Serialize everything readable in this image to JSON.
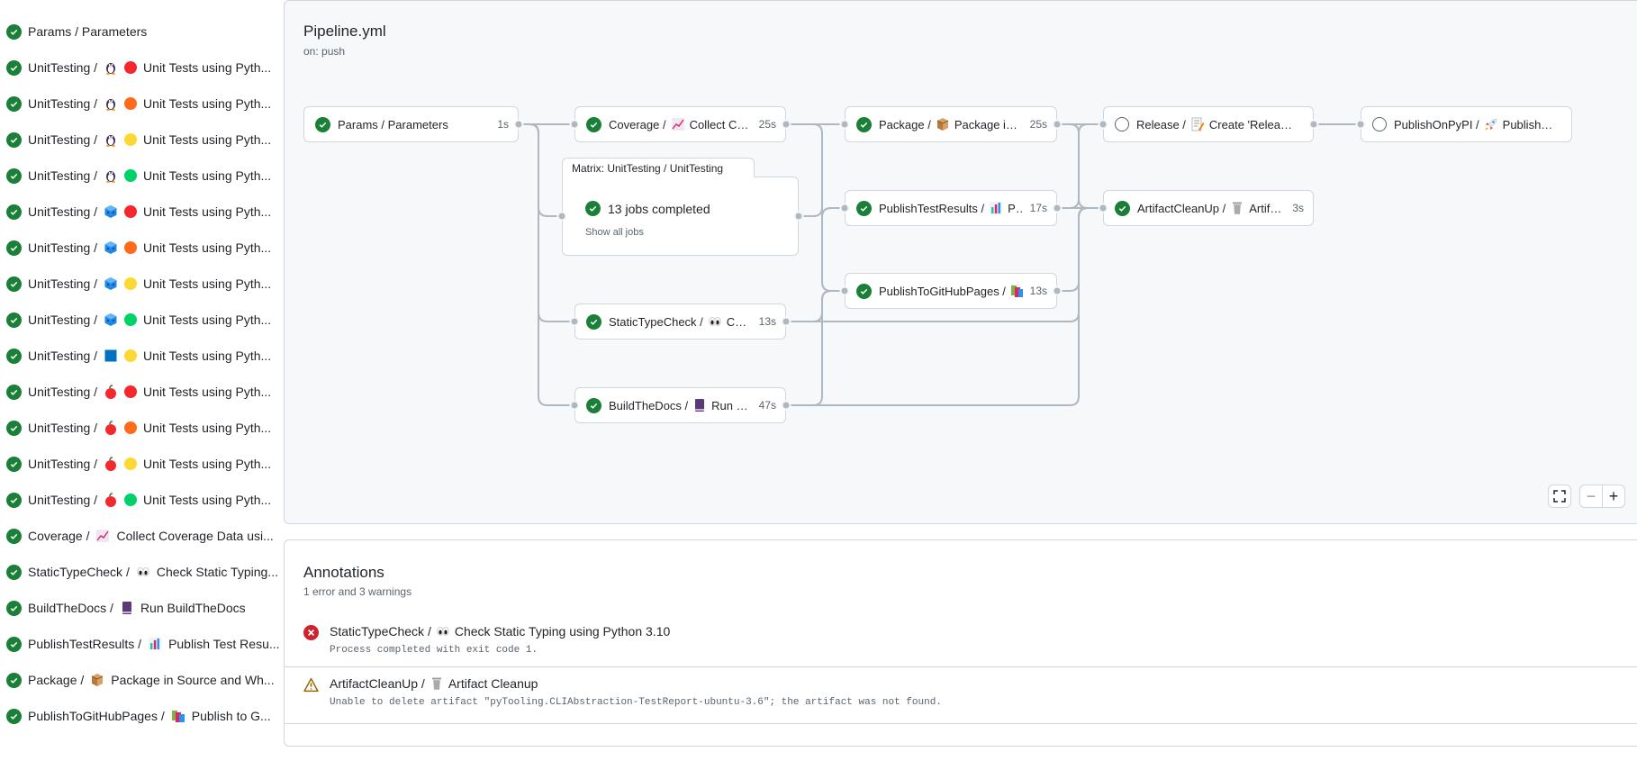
{
  "colors": {
    "success": "#1a7f37",
    "error": "#cf222e",
    "warning": "#9a6700",
    "edge": "#afb8c1"
  },
  "sidebar": {
    "items": [
      {
        "job": "Params / Parameters",
        "os": "",
        "py": "",
        "label": ""
      },
      {
        "job": "UnitTesting /",
        "os": "linux-penguin",
        "py": "#f4282d",
        "label": "Unit Tests using Pyth..."
      },
      {
        "job": "UnitTesting /",
        "os": "linux-penguin",
        "py": "#ff6b1a",
        "label": "Unit Tests using Pyth..."
      },
      {
        "job": "UnitTesting /",
        "os": "linux-penguin",
        "py": "#fdd835",
        "label": "Unit Tests using Pyth..."
      },
      {
        "job": "UnitTesting /",
        "os": "linux-penguin",
        "py": "#00d26a",
        "label": "Unit Tests using Pyth..."
      },
      {
        "job": "UnitTesting /",
        "os": "windows-cube",
        "py": "#f4282d",
        "label": "Unit Tests using Pyth..."
      },
      {
        "job": "UnitTesting /",
        "os": "windows-cube",
        "py": "#ff6b1a",
        "label": "Unit Tests using Pyth..."
      },
      {
        "job": "UnitTesting /",
        "os": "windows-cube",
        "py": "#fdd835",
        "label": "Unit Tests using Pyth..."
      },
      {
        "job": "UnitTesting /",
        "os": "windows-cube",
        "py": "#00d26a",
        "label": "Unit Tests using Pyth..."
      },
      {
        "job": "UnitTesting /",
        "os": "blue-square",
        "py": "#fdd835",
        "label": "Unit Tests using Pyth..."
      },
      {
        "job": "UnitTesting /",
        "os": "macos-apple",
        "py": "#f4282d",
        "label": "Unit Tests using Pyth..."
      },
      {
        "job": "UnitTesting /",
        "os": "macos-apple",
        "py": "#ff6b1a",
        "label": "Unit Tests using Pyth..."
      },
      {
        "job": "UnitTesting /",
        "os": "macos-apple",
        "py": "#fdd835",
        "label": "Unit Tests using Pyth..."
      },
      {
        "job": "UnitTesting /",
        "os": "macos-apple",
        "py": "#00d26a",
        "label": "Unit Tests using Pyth..."
      },
      {
        "job": "Coverage /",
        "os": "chart-increasing",
        "py": "",
        "label": "Collect Coverage Data usi..."
      },
      {
        "job": "StaticTypeCheck /",
        "os": "eyes",
        "py": "",
        "label": "Check Static Typing..."
      },
      {
        "job": "BuildTheDocs /",
        "os": "notebook",
        "py": "",
        "label": "Run BuildTheDocs"
      },
      {
        "job": "PublishTestResults /",
        "os": "bar-chart",
        "py": "",
        "label": "Publish Test Resu..."
      },
      {
        "job": "Package /",
        "os": "package-box",
        "py": "",
        "label": "Package in Source and Wh..."
      },
      {
        "job": "PublishToGitHubPages /",
        "os": "books",
        "py": "",
        "label": "Publish to G..."
      }
    ]
  },
  "graph": {
    "title": "Pipeline.yml",
    "trigger": "on: push",
    "nodes": [
      {
        "id": "params",
        "job": "Params / Parameters",
        "icon": "",
        "label": "",
        "duration": "1s",
        "status": "success"
      },
      {
        "id": "coverage",
        "job": "Coverage /",
        "icon": "chart-increasing",
        "label": "Collect Cove...",
        "duration": "25s",
        "status": "success"
      },
      {
        "id": "stc",
        "job": "StaticTypeCheck /",
        "icon": "eyes",
        "label": "Chec...",
        "duration": "13s",
        "status": "success"
      },
      {
        "id": "btd",
        "job": "BuildTheDocs /",
        "icon": "notebook",
        "label": "Run Buil...",
        "duration": "47s",
        "status": "success"
      },
      {
        "id": "package",
        "job": "Package /",
        "icon": "package-box",
        "label": "Package in So...",
        "duration": "25s",
        "status": "success"
      },
      {
        "id": "ptr",
        "job": "PublishTestResults /",
        "icon": "bar-chart",
        "label": "Pu...",
        "duration": "17s",
        "status": "success"
      },
      {
        "id": "ptghp",
        "job": "PublishToGitHubPages /",
        "icon": "books",
        "label": "...",
        "duration": "13s",
        "status": "success"
      },
      {
        "id": "release",
        "job": "Release /",
        "icon": "memo",
        "label": "Create 'Release P...",
        "duration": "",
        "status": "pending"
      },
      {
        "id": "acu",
        "job": "ArtifactCleanUp /",
        "icon": "wastebasket",
        "label": "Artifac...",
        "duration": "3s",
        "status": "success"
      },
      {
        "id": "pypi",
        "job": "PublishOnPyPI /",
        "icon": "rocket",
        "label": "Publish to ...",
        "duration": "",
        "status": "pending"
      }
    ],
    "matrix": {
      "tab": "Matrix: UnitTesting / UnitTesting",
      "summary": "13 jobs completed",
      "link": "Show all jobs"
    },
    "controls": {
      "fullscreen": "fullscreen-icon",
      "zoom_out": "−",
      "zoom_in": "+"
    }
  },
  "annotations": {
    "title": "Annotations",
    "count": "1 error and 3 warnings",
    "items": [
      {
        "type": "error",
        "job": "StaticTypeCheck /",
        "icon": "eyes",
        "title": "Check Static Typing using Python 3.10",
        "message": "Process completed with exit code 1."
      },
      {
        "type": "warning",
        "job": "ArtifactCleanUp /",
        "icon": "wastebasket",
        "title": "Artifact Cleanup",
        "message": "Unable to delete artifact \"pyTooling.CLIAbstraction-TestReport-ubuntu-3.6\"; the artifact was not found."
      }
    ]
  }
}
